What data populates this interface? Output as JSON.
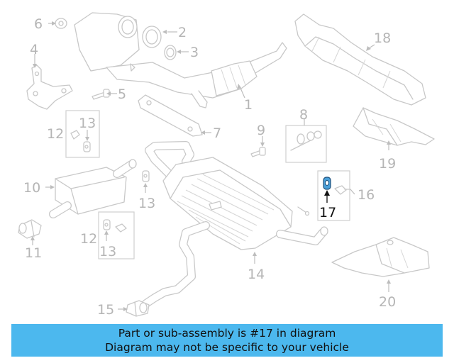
{
  "diagram": {
    "callouts": {
      "n1": "1",
      "n2": "2",
      "n3": "3",
      "n4": "4",
      "n5": "5",
      "n6": "6",
      "n7": "7",
      "n8": "8",
      "n9": "9",
      "n10": "10",
      "n11": "11",
      "n12a": "12",
      "n13a": "13",
      "n12b": "12",
      "n13b": "13",
      "n13c": "13",
      "n14": "14",
      "n15": "15",
      "n16": "16",
      "n17": "17",
      "n18": "18",
      "n19": "19",
      "n20": "20"
    },
    "highlighted_part": "17",
    "highlight_color": "#4a9fd8"
  },
  "banner": {
    "line1": "Part or sub-assembly is #17 in diagram",
    "line2": "Diagram may not be specific to your vehicle",
    "color": "#4cb8ee"
  }
}
